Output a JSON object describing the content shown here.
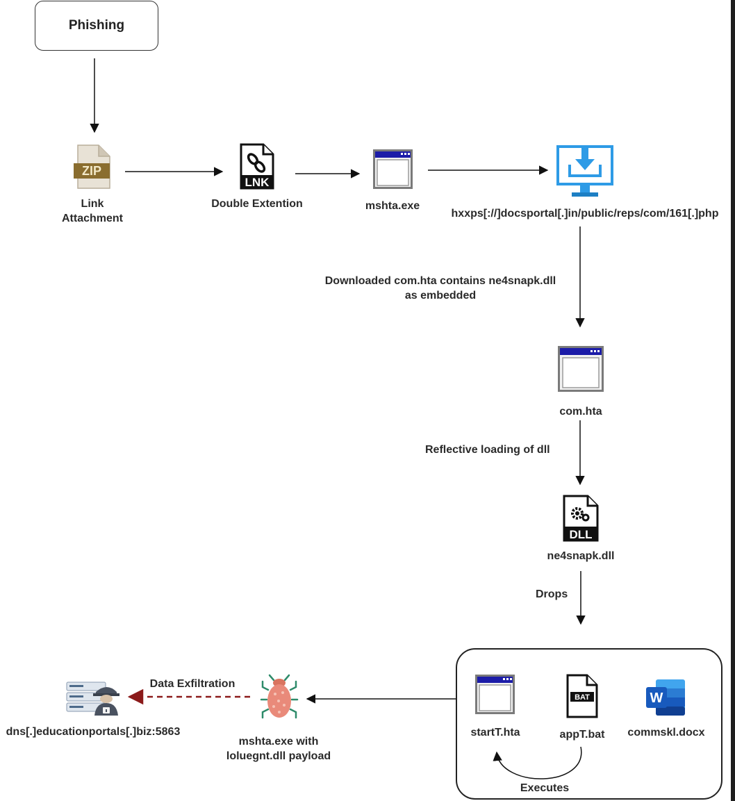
{
  "start": {
    "label": "Phishing"
  },
  "nodes": {
    "zip": {
      "label_line1": "Link",
      "label_line2": "Attachment",
      "icon_text": "ZIP"
    },
    "lnk": {
      "label": "Double Extention",
      "icon_text": "LNK"
    },
    "mshta": {
      "label": "mshta.exe"
    },
    "url": {
      "label": "hxxps[://]docsportal[.]in/public/reps/com/161[.]php"
    },
    "comhta": {
      "label": "com.hta"
    },
    "dll": {
      "label": "ne4snapk.dll",
      "icon_text": "DLL"
    },
    "starthta": {
      "label": "startT.hta"
    },
    "appbat": {
      "label": "appT.bat",
      "icon_text": "BAT"
    },
    "docx": {
      "label": "commskl.docx",
      "icon_text": "W"
    },
    "payload": {
      "label_line1": "mshta.exe with",
      "label_line2": "loluegnt.dll payload"
    },
    "c2": {
      "label": "dns[.]educationportals[.]biz:5863"
    }
  },
  "edges": {
    "download_line1": "Downloaded com.hta contains ne4snapk.dll",
    "download_line2": "as embedded",
    "reflective": "Reflective loading of dll",
    "drops": "Drops",
    "executes": "Executes",
    "exfil": "Data Exfiltration"
  },
  "colors": {
    "line": "#111111",
    "exfil_dashed": "#8b1a1a",
    "download_icon": "#2e9be6",
    "window_titlebar": "#1c1ca8",
    "bug": "#e98a7a",
    "word": "#185abd"
  }
}
